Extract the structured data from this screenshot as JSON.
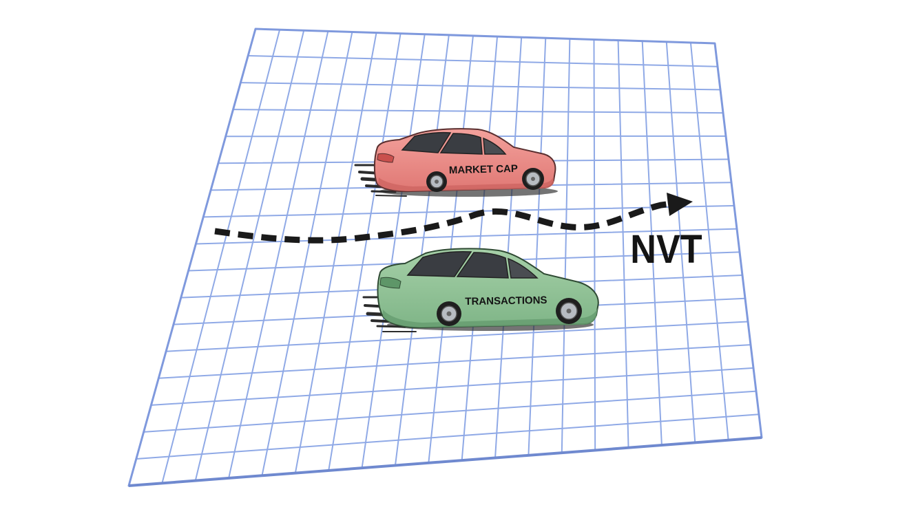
{
  "illustration": {
    "labels": {
      "top_car": "MARKET CAP",
      "bottom_car": "TRANSACTIONS",
      "arrow": "NVT"
    },
    "colors": {
      "background": "#ffffff",
      "grid_line": "#8fa9e6",
      "grid_border": "#7f99dd",
      "top_car_body": "#ef8a86",
      "top_car_shade": "#d46d6a",
      "bottom_car_body": "#8fc295",
      "bottom_car_shade": "#6ea879",
      "window": "#3a3d42",
      "tire": "#1f1f1f",
      "rim": "#b7bcc2",
      "arrow": "#1a1a1a",
      "label_text": "#141414"
    },
    "icons": {
      "grid": "perspective-grid",
      "top_car": "race-car-icon",
      "bottom_car": "race-car-icon",
      "arrow": "dashed-wavy-arrow-icon"
    }
  }
}
